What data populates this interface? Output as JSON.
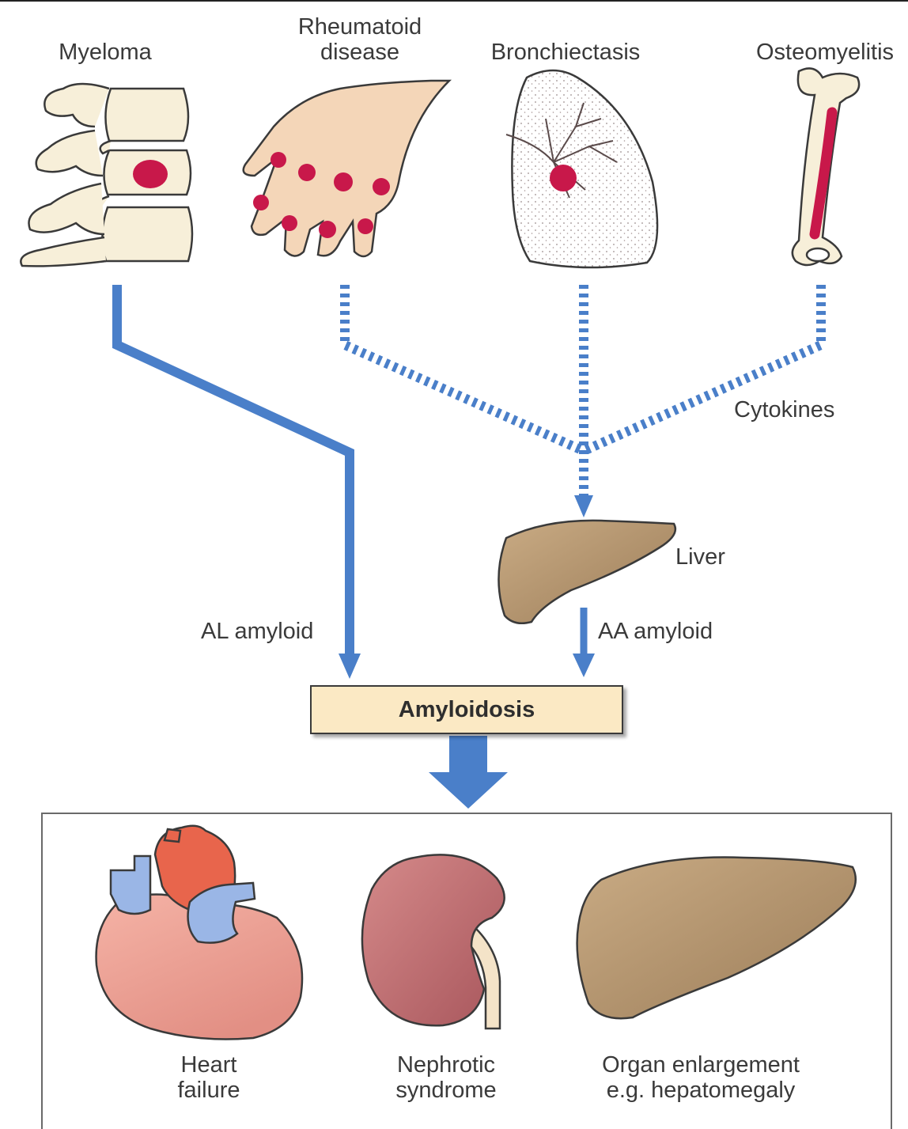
{
  "sources": [
    {
      "id": "myeloma",
      "lines": [
        "Myeloma"
      ]
    },
    {
      "id": "rheumatoid",
      "lines": [
        "Rheumatoid",
        "disease"
      ]
    },
    {
      "id": "bronchiectasis",
      "lines": [
        "Bronchiectasis"
      ]
    },
    {
      "id": "osteomyelitis",
      "lines": [
        "Osteomyelitis"
      ]
    }
  ],
  "pathway_labels": {
    "cytokines": "Cytokines",
    "liver": "Liver",
    "al_amyloid": "AL amyloid",
    "aa_amyloid": "AA amyloid"
  },
  "central_box": "Amyloidosis",
  "outcomes": [
    {
      "id": "heart",
      "lines": [
        "Heart",
        "failure"
      ]
    },
    {
      "id": "kidney",
      "lines": [
        "Nephrotic",
        "syndrome"
      ]
    },
    {
      "id": "liver",
      "lines": [
        "Organ enlargement",
        "e.g. hepatomegaly"
      ]
    }
  ],
  "colors": {
    "arrow_blue": "#4a7fc9",
    "lesion_red": "#c8184a",
    "box_fill": "#fbe9c4",
    "liver_brown": "#b99a74",
    "skin": "#f4d6b8",
    "bone": "#f7efd9"
  }
}
